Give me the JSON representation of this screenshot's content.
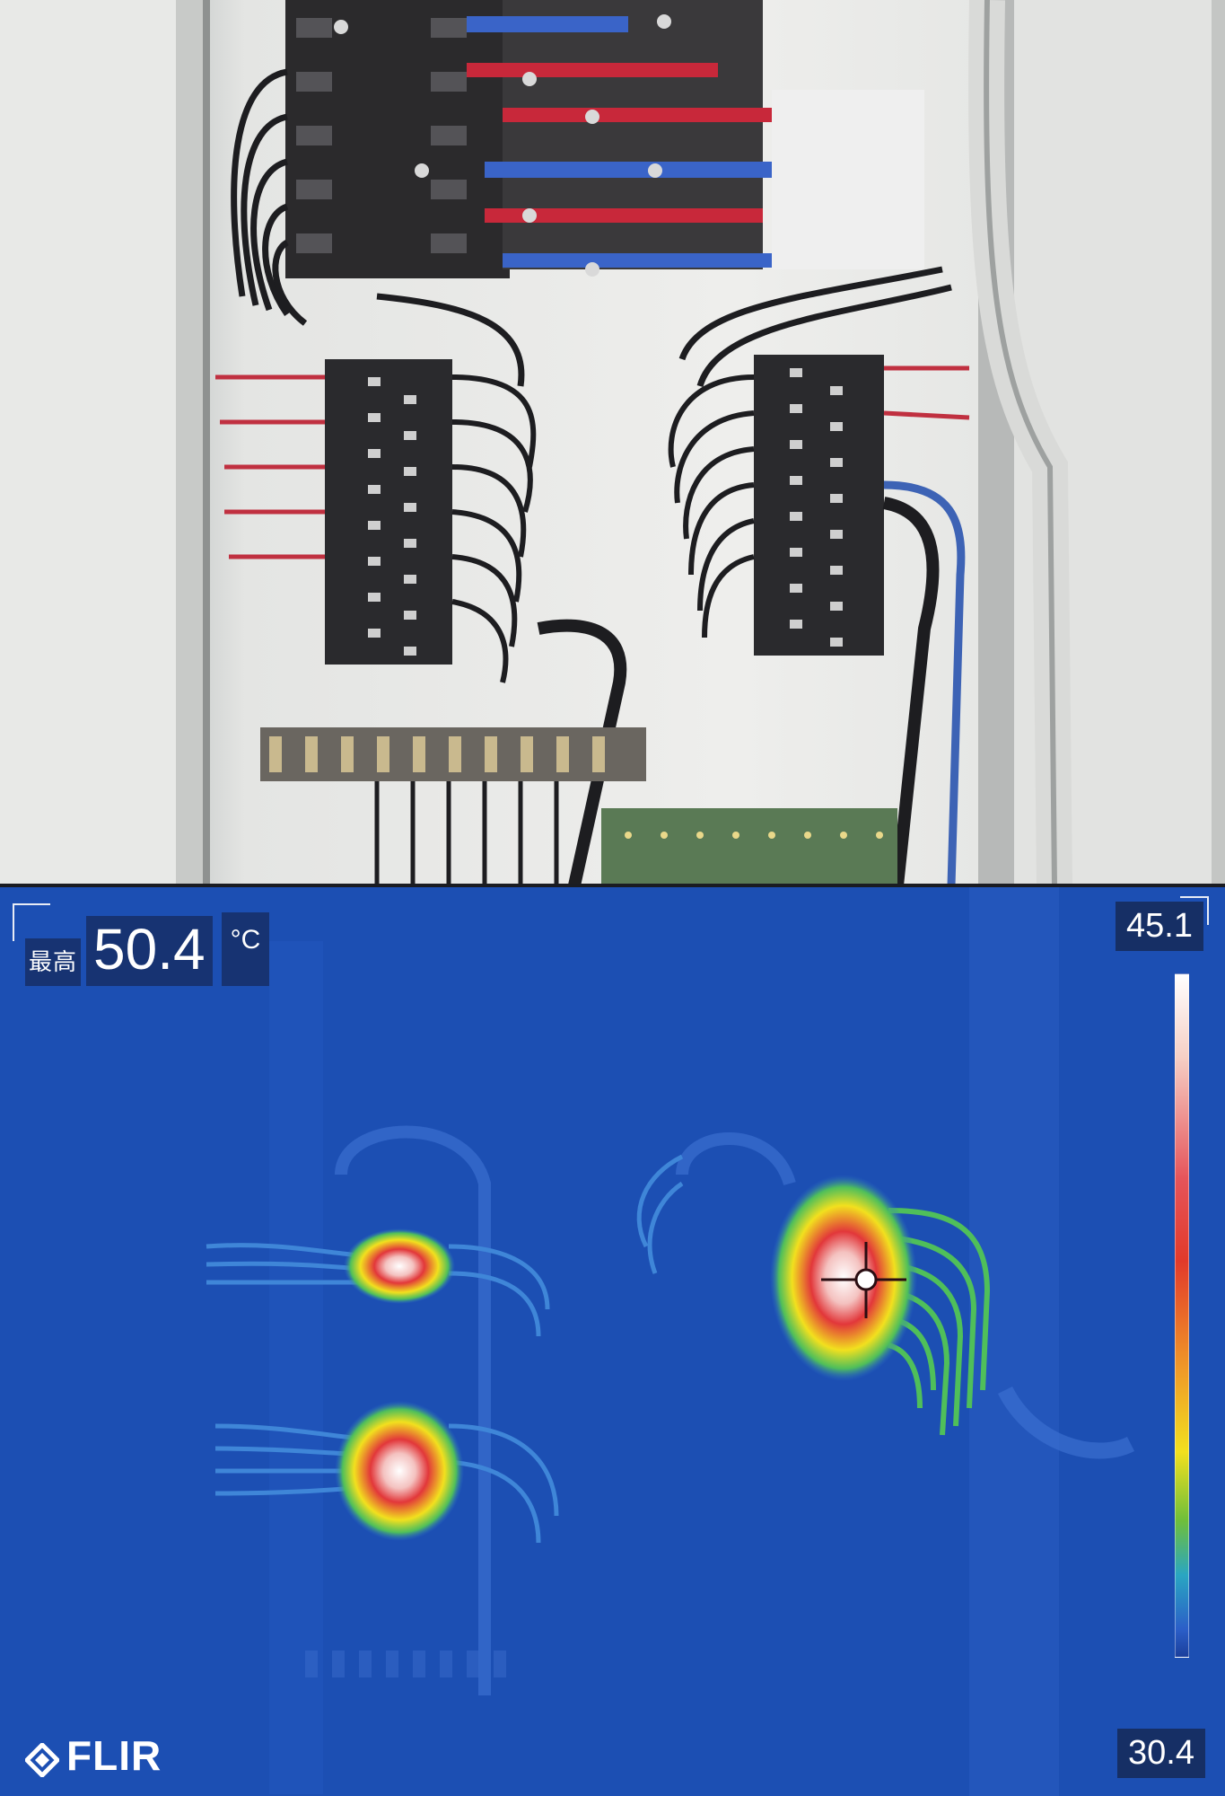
{
  "thermal_overlay": {
    "max_label": "最高",
    "max_value": "50.4",
    "unit": "°C",
    "scale_max": "45.1",
    "scale_min": "30.4",
    "brand": "FLIR"
  },
  "colors": {
    "thermal_background": "#1b4fb2",
    "hotspot_peak": "#ffffff",
    "hotspot_hot": "#e2373a",
    "hotspot_warm": "#f2e01e",
    "hotspot_mid": "#4fbf5a"
  },
  "icons": {
    "brand_logo": "flir-logo-icon",
    "spot_marker": "crosshair-icon"
  }
}
